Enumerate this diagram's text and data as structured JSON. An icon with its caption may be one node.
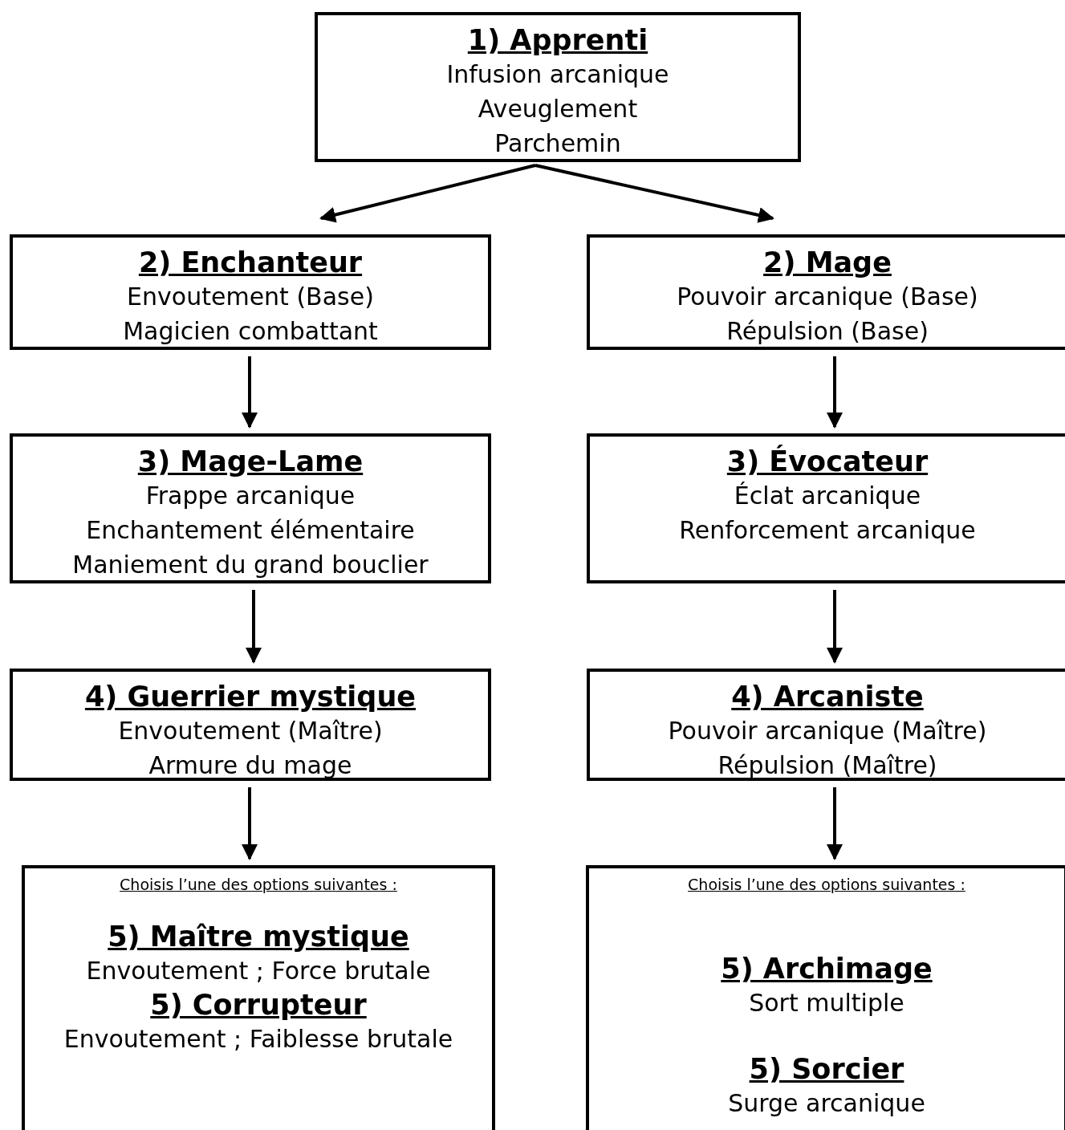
{
  "diagram": {
    "nodes": [
      {
        "text": [
          "1) Apprenti",
          "Infusion arcanique",
          "Aveuglement",
          "Parchemin"
        ]
      },
      {
        "text": [
          "2) Enchanteur",
          "Envoutement (Base)",
          "Magicien combattant"
        ]
      },
      {
        "text": [
          "2) Mage",
          "Pouvoir arcanique (Base)",
          "Répulsion (Base)"
        ]
      },
      {
        "text": [
          "3) Mage-Lame",
          "Frappe arcanique",
          "Enchantement élémentaire",
          "Maniement du grand bouclier"
        ]
      },
      {
        "text": [
          "3) Évocateur",
          "Éclat arcanique",
          "Renforcement arcanique"
        ]
      },
      {
        "text": [
          "4) Guerrier mystique",
          "Envoutement (Maître)",
          "Armure du mage"
        ]
      },
      {
        "text": [
          "4) Arcaniste",
          "Pouvoir arcanique (Maître)",
          "Répulsion (Maître)"
        ]
      },
      {
        "text": [
          "Choisis l’une des options suivantes :",
          "5) Maître mystique",
          "Envoutement ; Force brutale",
          "5) Corrupteur",
          "Envoutement ; Faiblesse brutale"
        ]
      },
      {
        "text": [
          "Choisis l’une des options suivantes :",
          "5) Archimage",
          "Sort multiple",
          "5) Sorcier",
          "Surge arcanique"
        ]
      }
    ],
    "edges": [
      {
        "from": 0,
        "to": 1,
        "arrow": "to"
      },
      {
        "from": 0,
        "to": 2,
        "arrow": "to"
      },
      {
        "from": 1,
        "to": 3,
        "arrow": "to"
      },
      {
        "from": 2,
        "to": 4,
        "arrow": "to"
      },
      {
        "from": 3,
        "to": 5,
        "arrow": "to"
      },
      {
        "from": 4,
        "to": 6,
        "arrow": "to"
      },
      {
        "from": 5,
        "to": 7,
        "arrow": "to"
      },
      {
        "from": 6,
        "to": 8,
        "arrow": "to"
      }
    ]
  }
}
